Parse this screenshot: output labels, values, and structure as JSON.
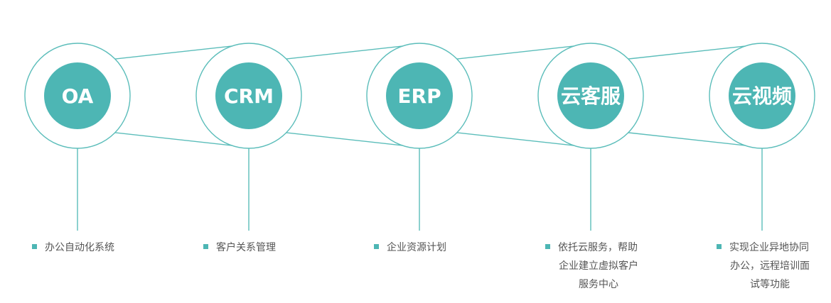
{
  "colors": {
    "teal": "#4db6b4",
    "line": "#5bbdba",
    "text": "#555555"
  },
  "nodes": [
    {
      "id": "oa",
      "label": "OA",
      "desc": [
        "办公自动化系统"
      ]
    },
    {
      "id": "crm",
      "label": "CRM",
      "desc": [
        "客户关系管理"
      ]
    },
    {
      "id": "erp",
      "label": "ERP",
      "desc": [
        "企业资源计划"
      ]
    },
    {
      "id": "cloud-service",
      "label": "云客服",
      "desc": [
        "依托云服务，帮助",
        "企业建立虚拟客户",
        "服务中心"
      ]
    },
    {
      "id": "cloud-video",
      "label": "云视频",
      "desc": [
        "实现企业异地协同",
        "办公，远程培训面",
        "试等功能"
      ]
    }
  ]
}
